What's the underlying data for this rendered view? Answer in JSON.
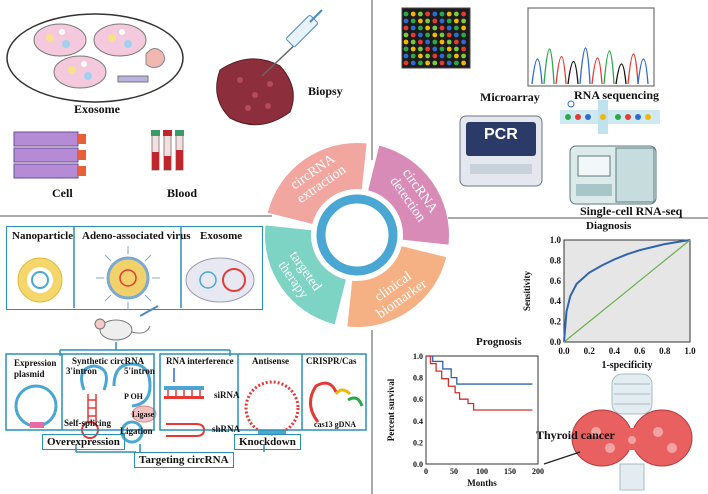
{
  "center": {
    "segments": [
      {
        "lines": [
          "circRNA",
          "extraction"
        ],
        "color": "#f1a7a0"
      },
      {
        "lines": [
          "circRNA",
          "detection"
        ],
        "color": "#d98bb8"
      },
      {
        "lines": [
          "clinical",
          "biomarker"
        ],
        "color": "#f5b183"
      },
      {
        "lines": [
          "targeted",
          "therapy"
        ],
        "color": "#7dd3c4"
      }
    ]
  },
  "extraction": {
    "exosome_label": "Exosome",
    "biopsy_label": "Biopsy",
    "cell_label": "Cell",
    "blood_label": "Blood"
  },
  "detection": {
    "microarray_label": "Microarray",
    "rnaseq_label": "RNA sequencing",
    "pcr_text": "PCR",
    "scseq_label": "Single-cell RNA-seq"
  },
  "therapy": {
    "delivery": [
      "Nanoparticle",
      "Adeno-associated virus",
      "Exosome"
    ],
    "overexpression": {
      "expression_plasmid": [
        "Expression",
        "plasmid"
      ],
      "synthetic": "Synthetic circRNA",
      "intron3": "3'intron",
      "intron5": "5'intron",
      "poh": "P OH",
      "ligase": "Ligase",
      "self_splicing": "Self-splicing",
      "ligation": "Ligation",
      "title": "Overexpression"
    },
    "knockdown": {
      "rnai": "RNA interference",
      "sirna": "siRNA",
      "shrna": "shRNA",
      "antisense": "Antisense",
      "crispr": "CRISPR/Cas",
      "cas13": "cas13 gDNA",
      "title": "Knockdown"
    },
    "targeting_title": "Targeting circRNA"
  },
  "diagnosis": {
    "title": "Diagnosis",
    "ylabel": "Sensitivity",
    "xlabel": "1-specificity",
    "ticks": [
      "0.0",
      "0.2",
      "0.4",
      "0.6",
      "0.8",
      "1.0"
    ]
  },
  "prognosis": {
    "title": "Prognosis",
    "ylabel": "Percent survival",
    "xlabel": "Months",
    "yticks": [
      "0.0",
      "0.2",
      "0.4",
      "0.6",
      "0.8",
      "1.0"
    ],
    "xticks": [
      "0",
      "50",
      "100",
      "150",
      "200"
    ]
  },
  "thyroid_label": "Thyroid cancer",
  "chart_data": [
    {
      "type": "line",
      "title": "Diagnosis",
      "xlabel": "1-specificity",
      "ylabel": "Sensitivity",
      "xlim": [
        0,
        1
      ],
      "ylim": [
        0,
        1
      ],
      "series": [
        {
          "x": [
            0,
            0.02,
            0.05,
            0.1,
            0.2,
            0.3,
            0.4,
            0.5,
            0.6,
            0.7,
            0.8,
            0.9,
            1.0
          ],
          "y": [
            0,
            0.3,
            0.45,
            0.57,
            0.68,
            0.75,
            0.81,
            0.86,
            0.9,
            0.93,
            0.96,
            0.98,
            1.0
          ],
          "color": "#2f63b0"
        },
        {
          "x": [
            0,
            1
          ],
          "y": [
            0,
            1
          ],
          "color": "#6ab04c"
        }
      ]
    },
    {
      "type": "line",
      "title": "Prognosis",
      "xlabel": "Months",
      "ylabel": "Percent survival",
      "xlim": [
        0,
        200
      ],
      "ylim": [
        0,
        1
      ],
      "series": [
        {
          "x": [
            0,
            12,
            12,
            30,
            30,
            45,
            45,
            55,
            55,
            190
          ],
          "y": [
            1.0,
            1.0,
            0.95,
            0.95,
            0.88,
            0.88,
            0.8,
            0.8,
            0.74,
            0.74
          ],
          "color": "#2f63b0"
        },
        {
          "x": [
            0,
            8,
            8,
            18,
            18,
            28,
            28,
            40,
            40,
            52,
            52,
            60,
            60,
            75,
            75,
            85,
            85,
            190
          ],
          "y": [
            1.0,
            1.0,
            0.93,
            0.93,
            0.86,
            0.86,
            0.79,
            0.79,
            0.72,
            0.72,
            0.66,
            0.66,
            0.6,
            0.6,
            0.56,
            0.56,
            0.5,
            0.5
          ],
          "color": "#d0312d"
        }
      ]
    }
  ]
}
